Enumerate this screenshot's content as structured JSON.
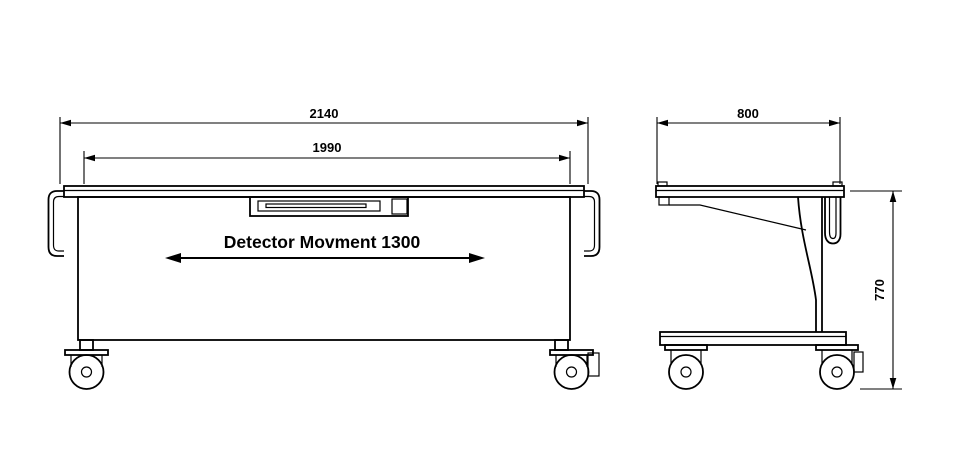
{
  "colors": {
    "background": "#ffffff",
    "line": "#000000"
  },
  "front_view": {
    "dim_overall_width": "2140",
    "dim_inner_width": "1990",
    "detector_movement_label": "Detector Movment 1300"
  },
  "side_view": {
    "dim_depth": "800",
    "dim_height": "770"
  }
}
